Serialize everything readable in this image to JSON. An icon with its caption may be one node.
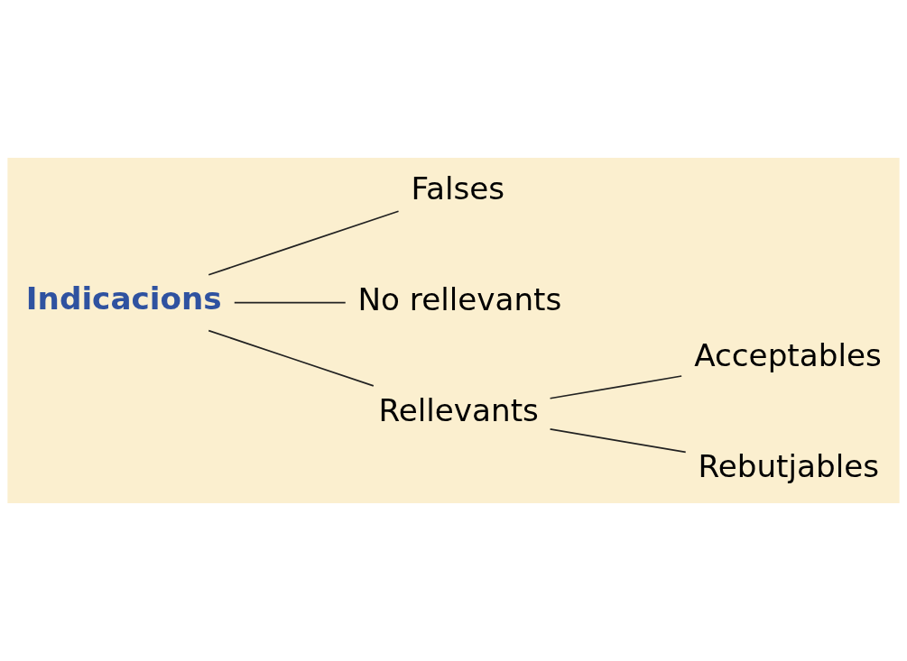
{
  "diagram": {
    "nodes": [
      {
        "text": [
          "Indicacions"
        ]
      },
      {
        "text": [
          "Falses"
        ]
      },
      {
        "text": [
          "No rellevants"
        ]
      },
      {
        "text": [
          "Rellevants"
        ]
      },
      {
        "text": [
          "Acceptables"
        ]
      },
      {
        "text": [
          "Rebutjables"
        ]
      }
    ],
    "edges": [
      {
        "from": 0,
        "to": 1,
        "arrow": "none"
      },
      {
        "from": 0,
        "to": 2,
        "arrow": "none"
      },
      {
        "from": 0,
        "to": 3,
        "arrow": "none"
      },
      {
        "from": 3,
        "to": 4,
        "arrow": "none"
      },
      {
        "from": 3,
        "to": 5,
        "arrow": "none"
      }
    ]
  }
}
